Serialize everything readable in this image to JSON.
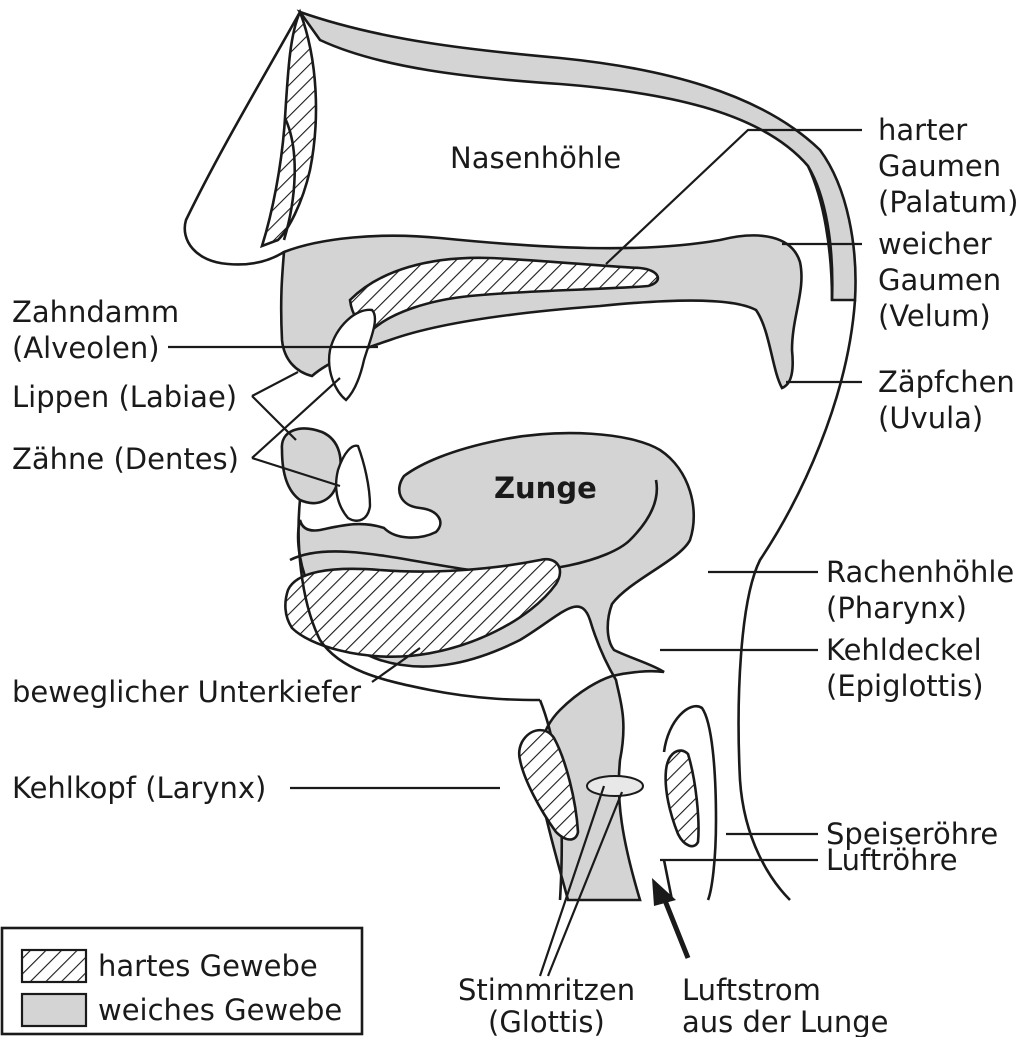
{
  "labels": {
    "nasal_cavity": "Nasenhöhle",
    "hard_palate": [
      "harter",
      "Gaumen",
      "(Palatum)"
    ],
    "soft_palate": [
      "weicher",
      "Gaumen",
      "(Velum)"
    ],
    "alveolar_ridge": [
      "Zahndamm",
      "(Alveolen)"
    ],
    "lips": "Lippen (Labiae)",
    "teeth": "Zähne (Dentes)",
    "uvula": [
      "Zäpfchen",
      "(Uvula)"
    ],
    "tongue": "Zunge",
    "pharynx": [
      "Rachenhöhle",
      "(Pharynx)"
    ],
    "epiglottis": [
      "Kehldeckel",
      "(Epiglottis)"
    ],
    "lower_jaw": "beweglicher Unterkiefer",
    "larynx": "Kehlkopf (Larynx)",
    "esophagus": "Speiseröhre",
    "trachea": "Luftröhre",
    "glottis": [
      "Stimmritzen",
      "(Glottis)"
    ],
    "airflow": [
      "Luftstrom",
      "aus der Lunge"
    ]
  },
  "legend": {
    "hard_tissue": "hartes Gewebe",
    "soft_tissue": "weiches Gewebe"
  },
  "colors": {
    "soft_tissue_fill": "#d4d4d4",
    "outline": "#1a1a1a",
    "background": "#ffffff"
  }
}
